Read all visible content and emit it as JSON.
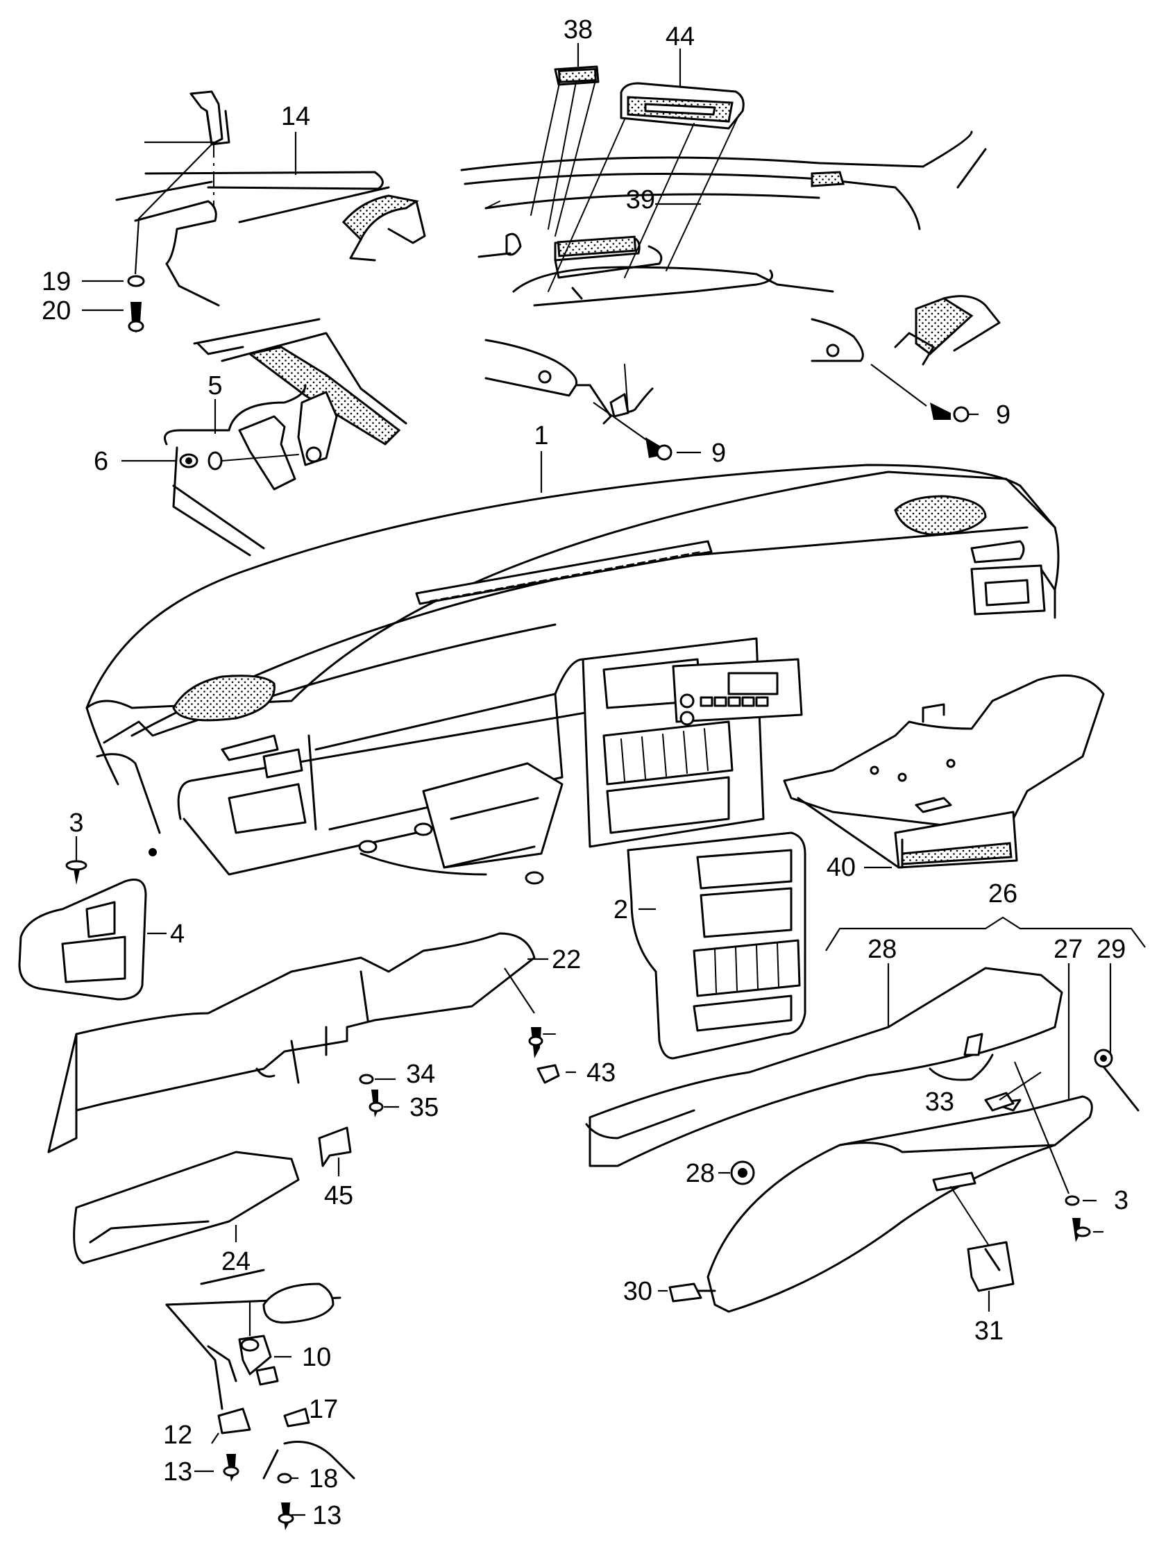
{
  "callouts": [
    {
      "id": "c1",
      "text": "1"
    },
    {
      "id": "c2",
      "text": "2"
    },
    {
      "id": "c3a",
      "text": "3"
    },
    {
      "id": "c3b",
      "text": "3"
    },
    {
      "id": "c4",
      "text": "4"
    },
    {
      "id": "c5",
      "text": "5"
    },
    {
      "id": "c6",
      "text": "6"
    },
    {
      "id": "c9a",
      "text": "9"
    },
    {
      "id": "c9b",
      "text": "9"
    },
    {
      "id": "c10",
      "text": "10"
    },
    {
      "id": "c12",
      "text": "12"
    },
    {
      "id": "c13a",
      "text": "13"
    },
    {
      "id": "c13b",
      "text": "13"
    },
    {
      "id": "c14",
      "text": "14"
    },
    {
      "id": "c17",
      "text": "17"
    },
    {
      "id": "c18",
      "text": "18"
    },
    {
      "id": "c19",
      "text": "19"
    },
    {
      "id": "c20",
      "text": "20"
    },
    {
      "id": "c22",
      "text": "22"
    },
    {
      "id": "c24",
      "text": "24"
    },
    {
      "id": "c26",
      "text": "26"
    },
    {
      "id": "c27",
      "text": "27"
    },
    {
      "id": "c28a",
      "text": "28"
    },
    {
      "id": "c28b",
      "text": "28"
    },
    {
      "id": "c29",
      "text": "29"
    },
    {
      "id": "c30",
      "text": "30"
    },
    {
      "id": "c31",
      "text": "31"
    },
    {
      "id": "c33",
      "text": "33"
    },
    {
      "id": "c34",
      "text": "34"
    },
    {
      "id": "c35",
      "text": "35"
    },
    {
      "id": "c38",
      "text": "38"
    },
    {
      "id": "c39",
      "text": "39"
    },
    {
      "id": "c40",
      "text": "40"
    },
    {
      "id": "c43",
      "text": "43"
    },
    {
      "id": "c44",
      "text": "44"
    },
    {
      "id": "c45",
      "text": "45"
    }
  ]
}
